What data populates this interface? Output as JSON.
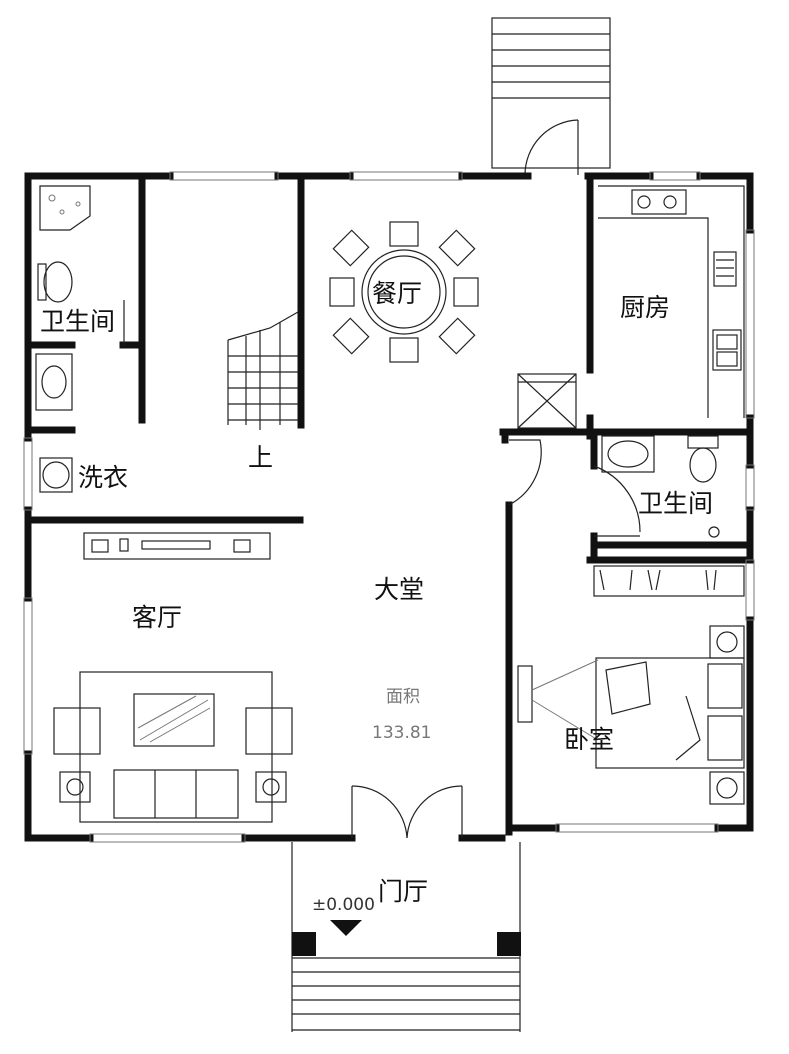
{
  "rooms": {
    "bath_left": "卫生间",
    "dining": "餐厅",
    "kitchen": "厨房",
    "laundry": "洗衣",
    "stair_up": "上",
    "bath_right": "卫生间",
    "living": "客厅",
    "hall": "大堂",
    "bedroom": "卧室",
    "entry": "门厅"
  },
  "area": {
    "label": "面积",
    "value": "133.81"
  },
  "level_mark": "±0.000",
  "colors": {
    "wall": "#111111",
    "line": "#222222",
    "fixture": "#777777"
  }
}
